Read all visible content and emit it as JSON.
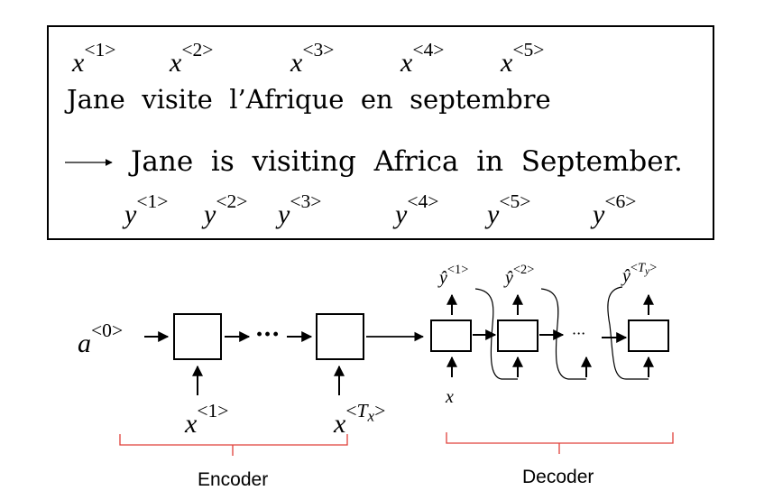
{
  "source_sentence": "Jane  visite  l’Afrique  en  septembre",
  "target_sentence": "Jane  is  visiting  Africa  in  September.",
  "x_labels": [
    {
      "var": "x",
      "sup": "<1>"
    },
    {
      "var": "x",
      "sup": "<2>"
    },
    {
      "var": "x",
      "sup": "<3>"
    },
    {
      "var": "x",
      "sup": "<4>"
    },
    {
      "var": "x",
      "sup": "<5>"
    }
  ],
  "y_labels": [
    {
      "var": "y",
      "sup": "<1>"
    },
    {
      "var": "y",
      "sup": "<2>"
    },
    {
      "var": "y",
      "sup": "<3>"
    },
    {
      "var": "y",
      "sup": "<4>"
    },
    {
      "var": "y",
      "sup": "<5>"
    },
    {
      "var": "y",
      "sup": "<6>"
    }
  ],
  "encoder": {
    "initial_state": {
      "var": "a",
      "sup": "<0>"
    },
    "dots": "···",
    "input_first": {
      "var": "x",
      "sup": "<1>"
    },
    "input_last": {
      "var": "x",
      "sup_pre": "<",
      "sup_var": "T",
      "sup_sub": "x",
      "sup_post": ">"
    },
    "label": "Encoder"
  },
  "decoder": {
    "outputs": [
      {
        "var": "ŷ",
        "sup": "<1>"
      },
      {
        "var": "ŷ",
        "sup": "<2>"
      }
    ],
    "output_last": {
      "var": "ŷ",
      "sup_pre": "<",
      "sup_var": "T",
      "sup_sub": "y",
      "sup_post": ">"
    },
    "input": "x",
    "dots": "···",
    "label": "Decoder"
  },
  "colors": {
    "brace": "#e0403a",
    "line": "#000000"
  }
}
